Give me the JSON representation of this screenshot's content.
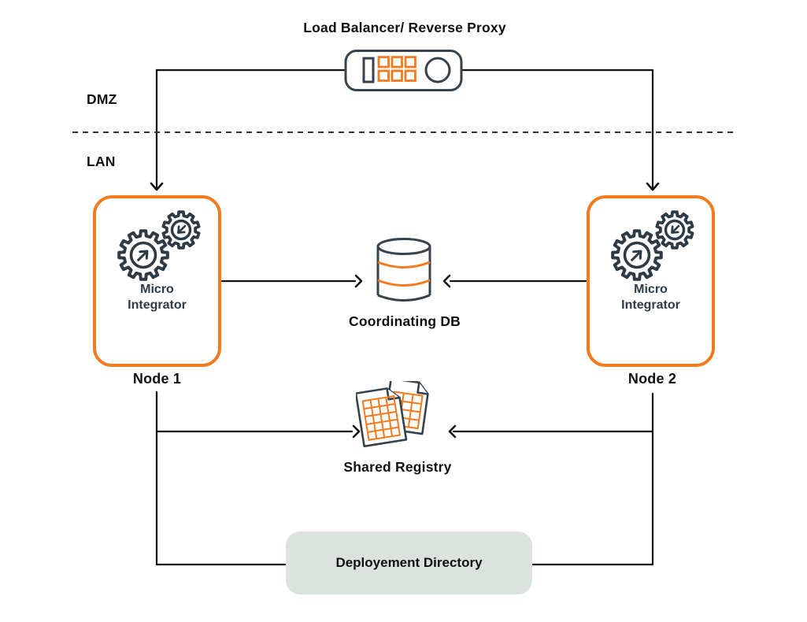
{
  "diagram": {
    "title": "Load Balancer/ Reverse Proxy",
    "zones": {
      "dmz": "DMZ",
      "lan": "LAN"
    },
    "nodes": [
      {
        "box_label": "Micro Integrator",
        "caption": "Node 1"
      },
      {
        "box_label": "Micro Integrator",
        "caption": "Node 2"
      }
    ],
    "database": {
      "label": "Coordinating DB"
    },
    "registry": {
      "label": "Shared Registry"
    },
    "deployment": {
      "label": "Deployement Directory"
    },
    "icons": {
      "load_balancer": "load-balancer-appliance-icon",
      "node": "gears-icon",
      "database": "database-cylinder-icon",
      "registry": "documents-grid-icon"
    },
    "colors": {
      "accent_orange": "#F47A1F",
      "icon_stroke": "#36424C",
      "connector_line": "#111111",
      "zone_divider": "#333333",
      "deployment_fill": "#DCE2DE"
    }
  }
}
